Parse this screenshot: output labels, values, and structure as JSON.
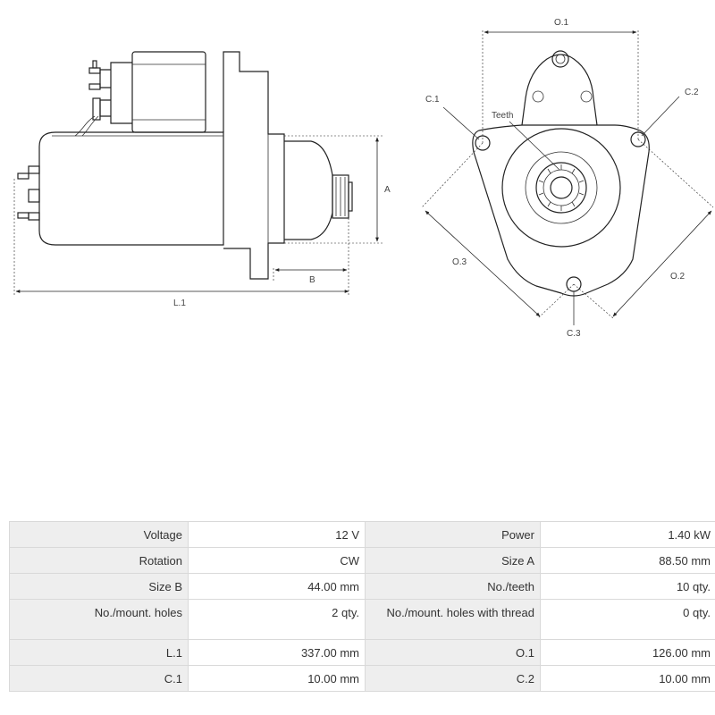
{
  "drawing": {
    "side_labels": {
      "a": "A",
      "b": "B",
      "l1": "L.1"
    },
    "front_labels": {
      "o1": "O.1",
      "o2": "O.2",
      "o3": "O.3",
      "c1": "C.1",
      "c2": "C.2",
      "c3": "C.3",
      "teeth": "Teeth"
    }
  },
  "specs": [
    {
      "label": "Voltage",
      "value": "12 V",
      "label2": "Power",
      "value2": "1.40 kW"
    },
    {
      "label": "Rotation",
      "value": "CW",
      "label2": "Size A",
      "value2": "88.50 mm"
    },
    {
      "label": "Size B",
      "value": "44.00 mm",
      "label2": "No./teeth",
      "value2": "10 qty."
    },
    {
      "label": "No./mount. holes",
      "value": "2 qty.",
      "label2": "No./mount. holes with thread",
      "value2": "0 qty."
    },
    {
      "label": "L.1",
      "value": "337.00 mm",
      "label2": "O.1",
      "value2": "126.00 mm"
    },
    {
      "label": "C.1",
      "value": "10.00 mm",
      "label2": "C.2",
      "value2": "10.00 mm"
    }
  ]
}
